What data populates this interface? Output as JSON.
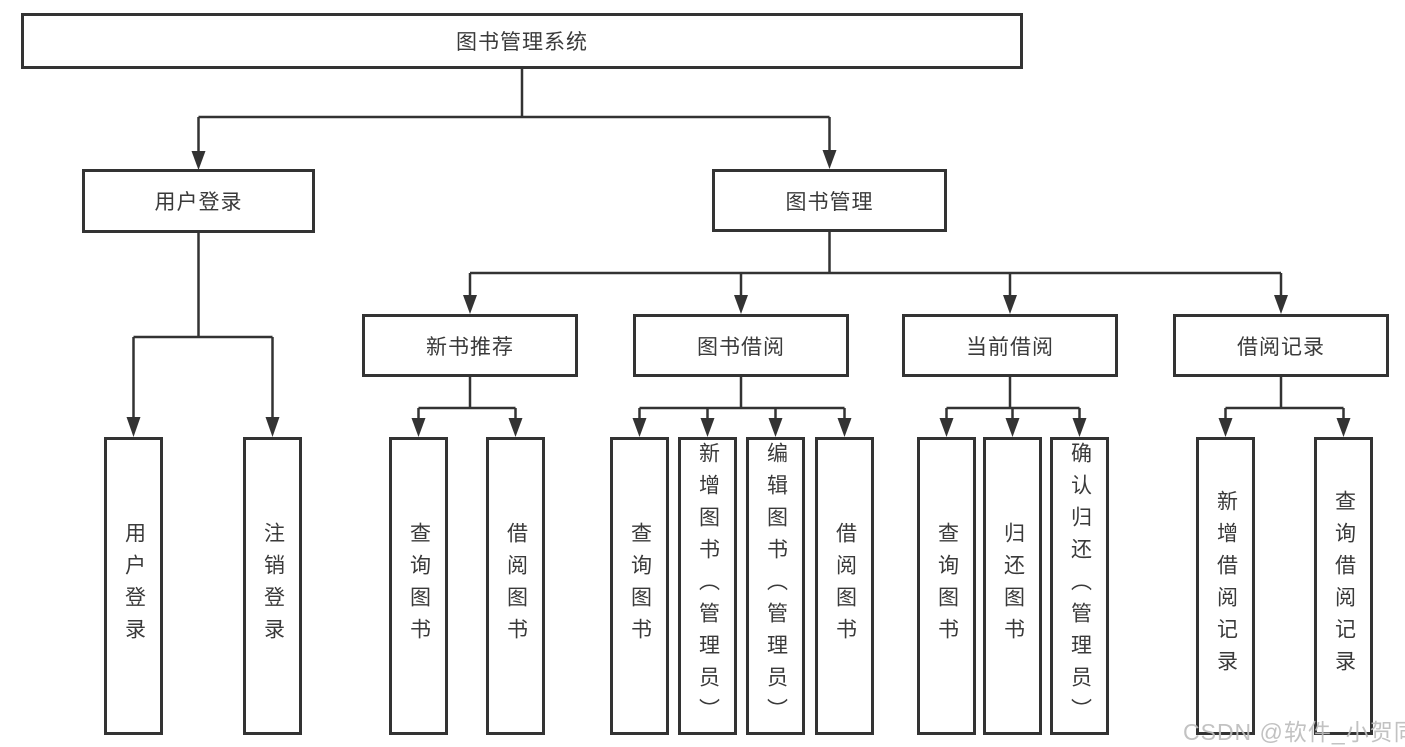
{
  "tree": {
    "root": {
      "label": "图书管理系统"
    },
    "children": [
      {
        "label": "用户登录",
        "children": [
          {
            "label": "用户登录"
          },
          {
            "label": "注销登录"
          }
        ]
      },
      {
        "label": "图书管理",
        "children": [
          {
            "label": "新书推荐",
            "children": [
              {
                "label": "查询图书"
              },
              {
                "label": "借阅图书"
              }
            ]
          },
          {
            "label": "图书借阅",
            "children": [
              {
                "label": "查询图书"
              },
              {
                "label": "新增图书（管理员）"
              },
              {
                "label": "编辑图书（管理员）"
              },
              {
                "label": "借阅图书"
              }
            ]
          },
          {
            "label": "当前借阅",
            "children": [
              {
                "label": "查询图书"
              },
              {
                "label": "归还图书"
              },
              {
                "label": "确认归还（管理员）"
              }
            ]
          },
          {
            "label": "借阅记录",
            "children": [
              {
                "label": "新增借阅记录"
              },
              {
                "label": "查询借阅记录"
              }
            ]
          }
        ]
      }
    ]
  },
  "watermark": "CSDN @软件_小贺同学",
  "colors": {
    "line": "#333333",
    "text": "#3a3a3a",
    "background": "#ffffff",
    "watermark": "#bdbdbd"
  }
}
